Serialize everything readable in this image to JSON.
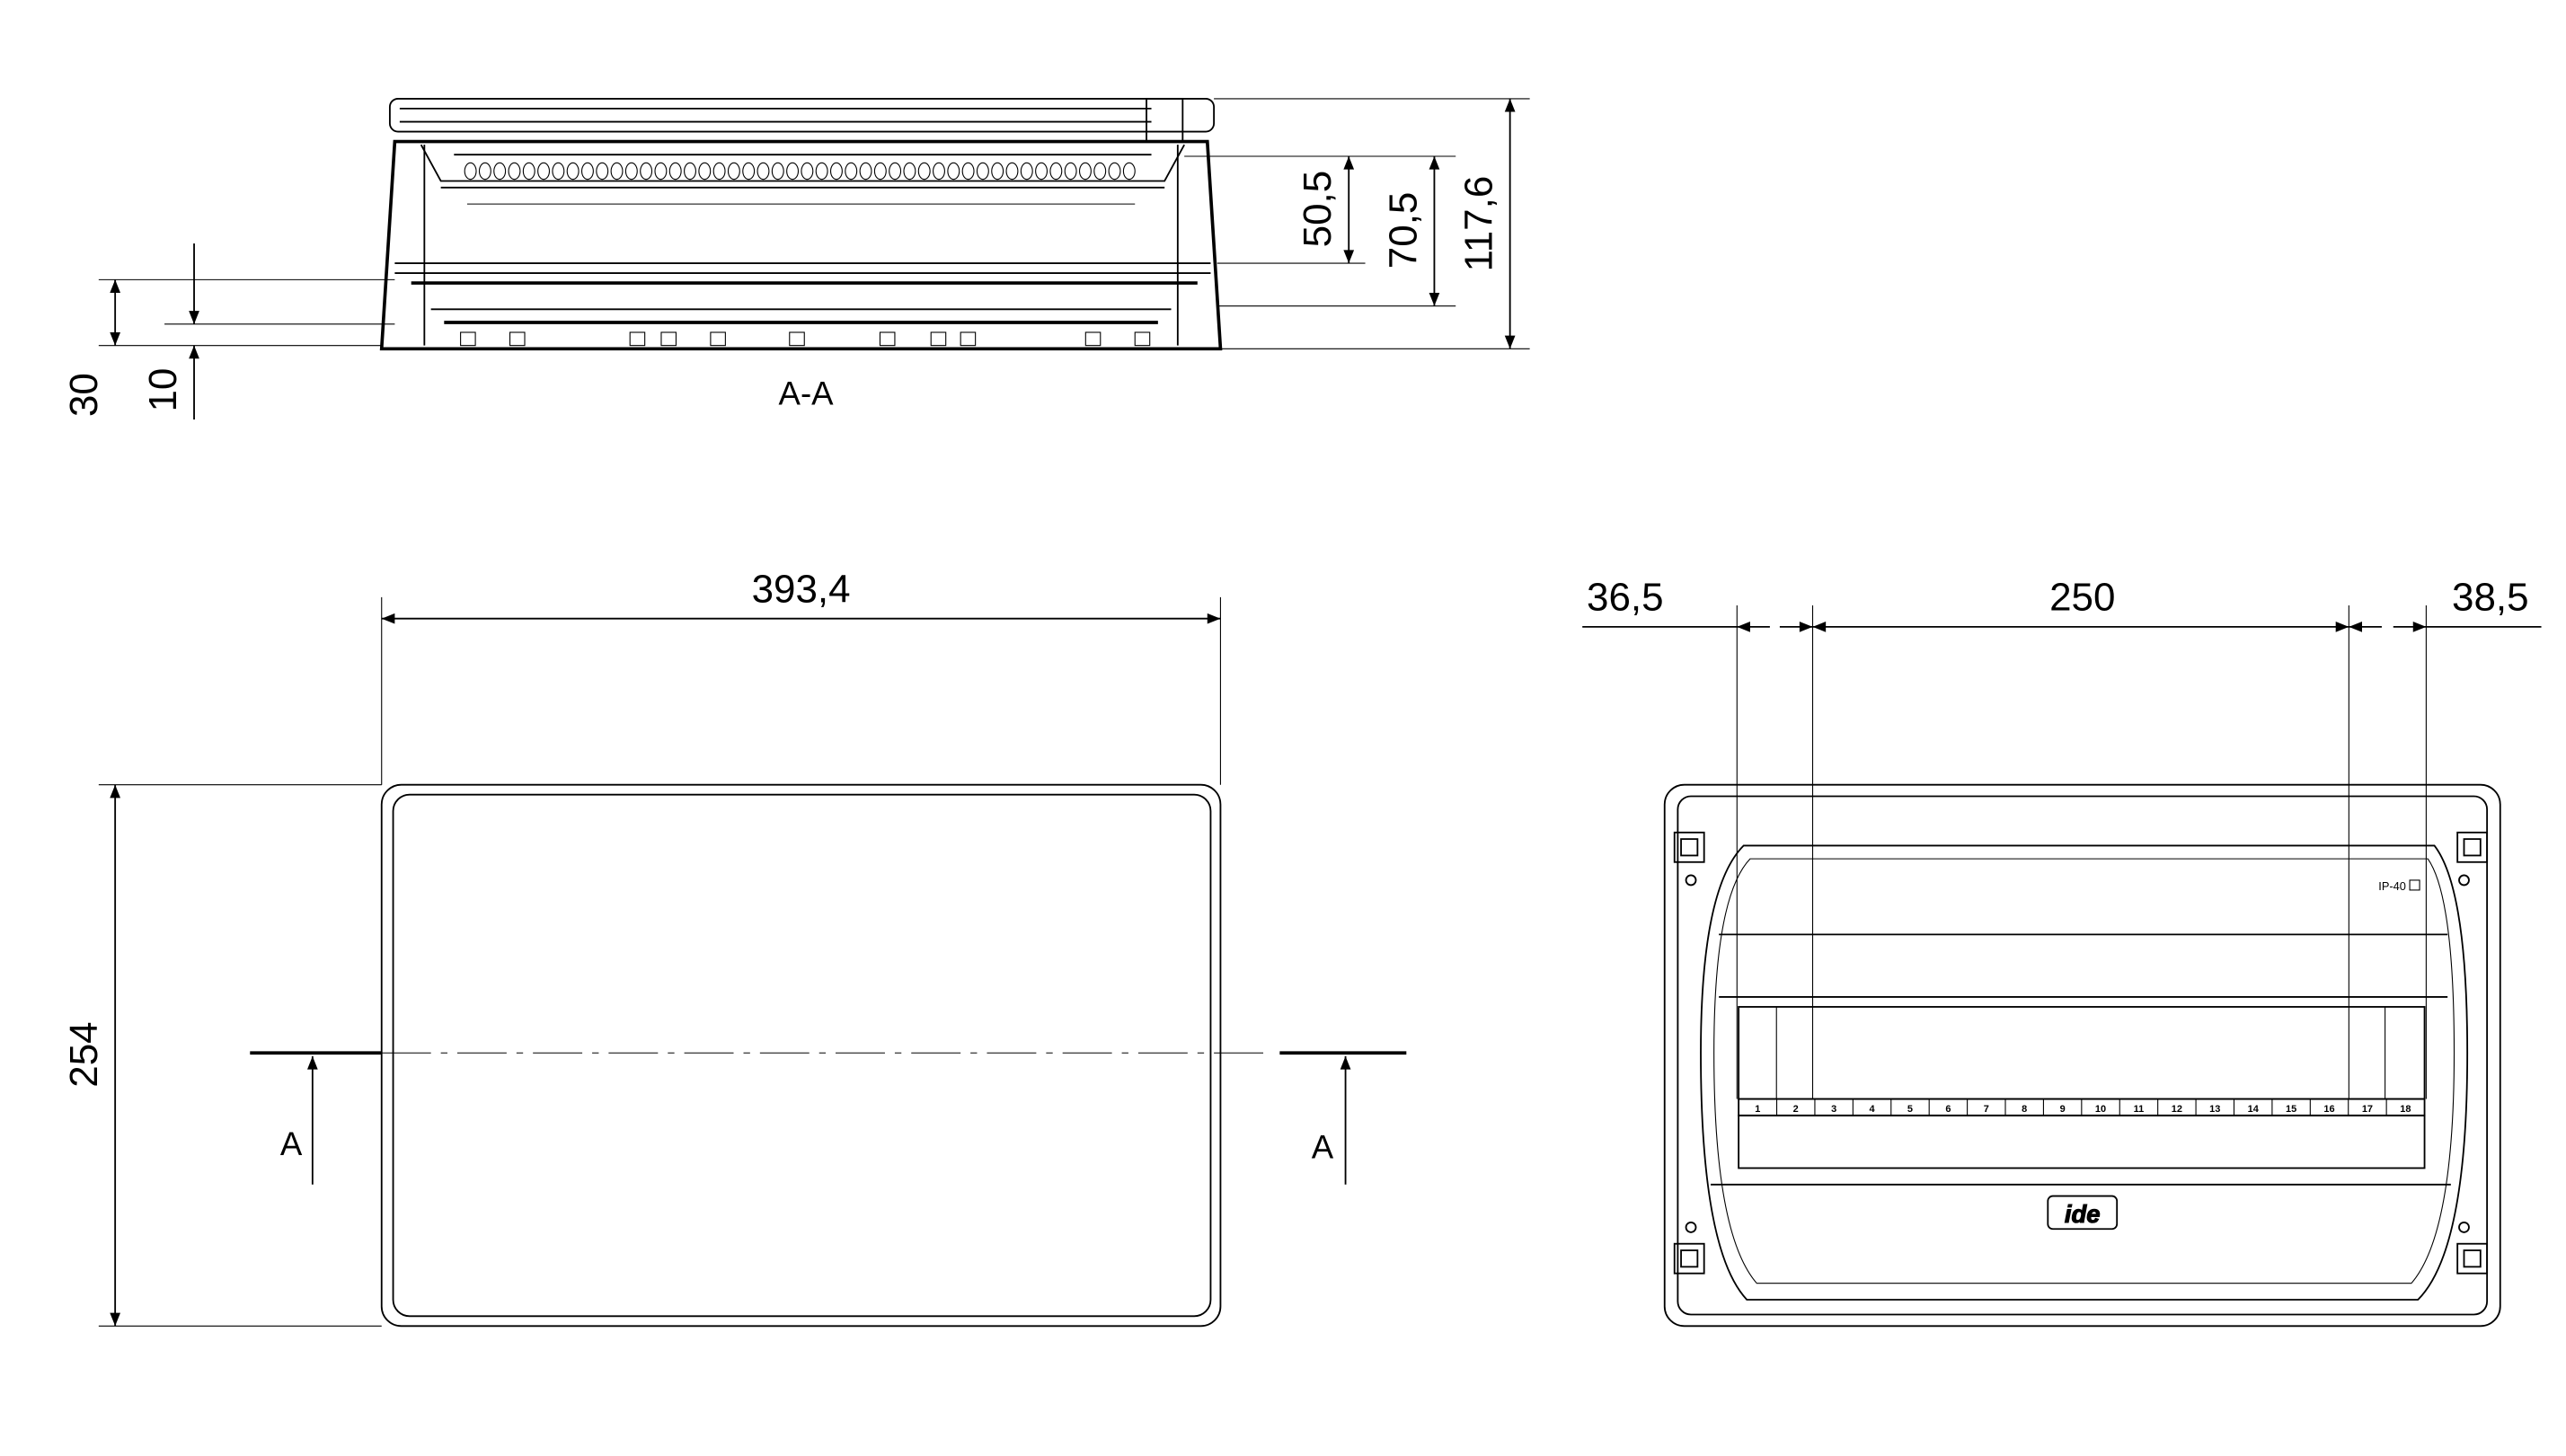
{
  "section_view": {
    "title": "A-A",
    "dimensions": {
      "d50_5": "50,5",
      "d70_5": "70,5",
      "d117_6": "117,6",
      "d30": "30",
      "d10": "10"
    }
  },
  "front_view": {
    "width_label": "393,4",
    "height_label": "254",
    "section_marker_left": "A",
    "section_marker_right": "A"
  },
  "rear_view": {
    "dimensions": {
      "left": "36,5",
      "middle": "250",
      "right": "38,5"
    },
    "rating_label": "IP-40",
    "logo_text": "ide",
    "module_numbers": [
      "1",
      "2",
      "3",
      "4",
      "5",
      "6",
      "7",
      "8",
      "9",
      "10",
      "11",
      "12",
      "13",
      "14",
      "15",
      "16",
      "17",
      "18"
    ]
  }
}
